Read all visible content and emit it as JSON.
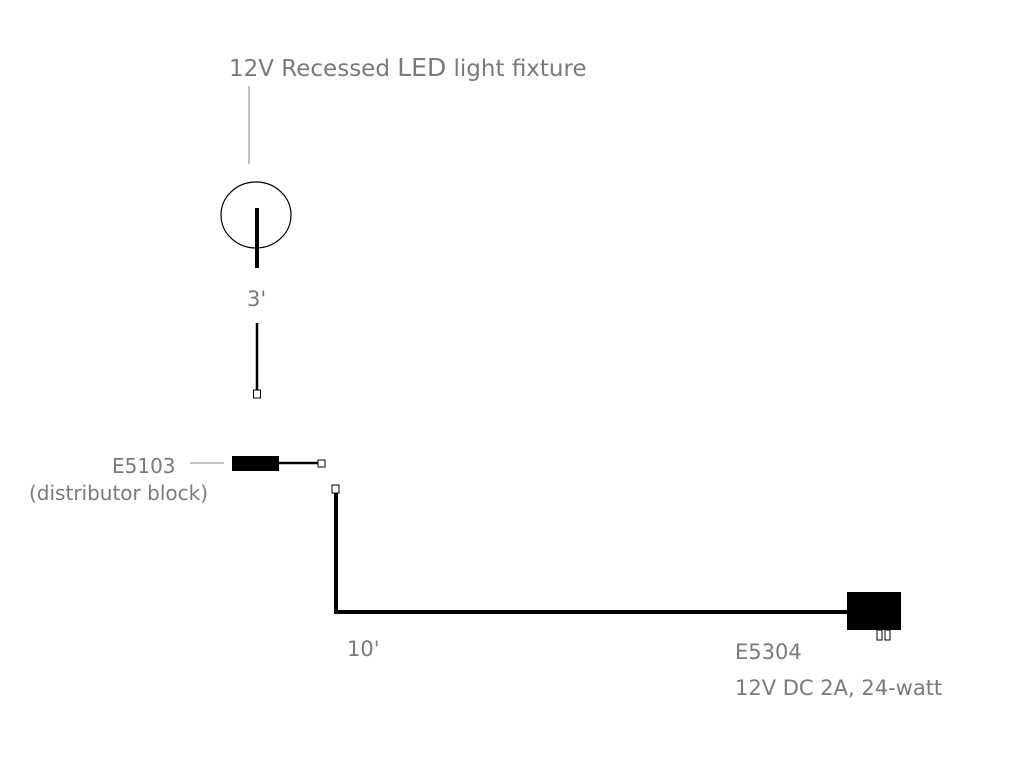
{
  "fixture": {
    "label_prefix": "12V Recessed ",
    "label_led": "LED",
    "label_suffix": " light fixture"
  },
  "cable_fixture": {
    "length_label": "3'"
  },
  "distributor": {
    "part_number": "E5103",
    "description": "(distributor block)"
  },
  "cable_main": {
    "length_label": "10'"
  },
  "power_supply": {
    "part_number": "E5304",
    "spec": "12V DC 2A, 24-watt"
  }
}
